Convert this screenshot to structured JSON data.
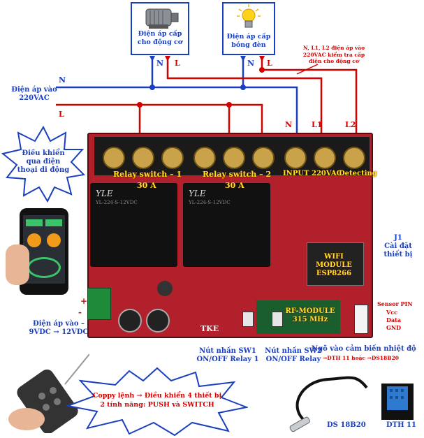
{
  "motor_box": {
    "label": "Điện áp cấp\ncho động cơ"
  },
  "lamp_box": {
    "label": "Điện áp cấp\nbóng đèn"
  },
  "motor_N": "N",
  "motor_L": "L",
  "lamp_N": "N",
  "lamp_L": "L",
  "detect_note": "N, L1, L2 điện áp vào\n220VAC kiểm tra cấp\nđiện cho động cơ",
  "input_label": "Điện áp vào\n220VAC",
  "line_N": "N",
  "line_L": "L",
  "starburst": "Điều khiển\nqua điện\nthoại di động",
  "relay1": {
    "name": "Relay switch – 1",
    "rating": "30 A"
  },
  "relay2": {
    "name": "Relay switch – 2",
    "rating": "30 A"
  },
  "input_220": "INPUT 220VAC",
  "detecting": "Detecting",
  "terminal_N": "N",
  "terminal_L1": "L1",
  "terminal_L2": "L2",
  "j1": "J1\nCài đặt\nthiết bị",
  "wifi": "WIFI\nMODULE\nESP8266",
  "rf": "RF-MODULE\n315 MHz",
  "sensor_pins": [
    "Sensor PIN",
    "Vcc",
    "Data",
    "GND"
  ],
  "dc_input": "Điện áp vào –\n9VDC → 12VDC",
  "dc_plus": "+",
  "dc_minus": "-",
  "sw1": "Nút nhấn SW1\nON/OFF Relay 1",
  "sw2": "Nút nhấn SW2\nON/OFF Relay",
  "sensor_input": "Ngõ vào cảm biến nhiệt độ",
  "sensor_types": "→DTH 11   hoặc  →DS18B20",
  "remote_note": "Coppy lệnh → Điều khiển 4 thiết bị\n2 tính năng: PUSH và SWITCH",
  "ds18b20": "DS 18B20",
  "dth11": "DTH 11",
  "board_brand": "TKE",
  "colors": {
    "wire_N": "#1a3fbf",
    "wire_L": "#d40000",
    "board": "#b2202b",
    "terminal_green": "#1f8a3a"
  }
}
